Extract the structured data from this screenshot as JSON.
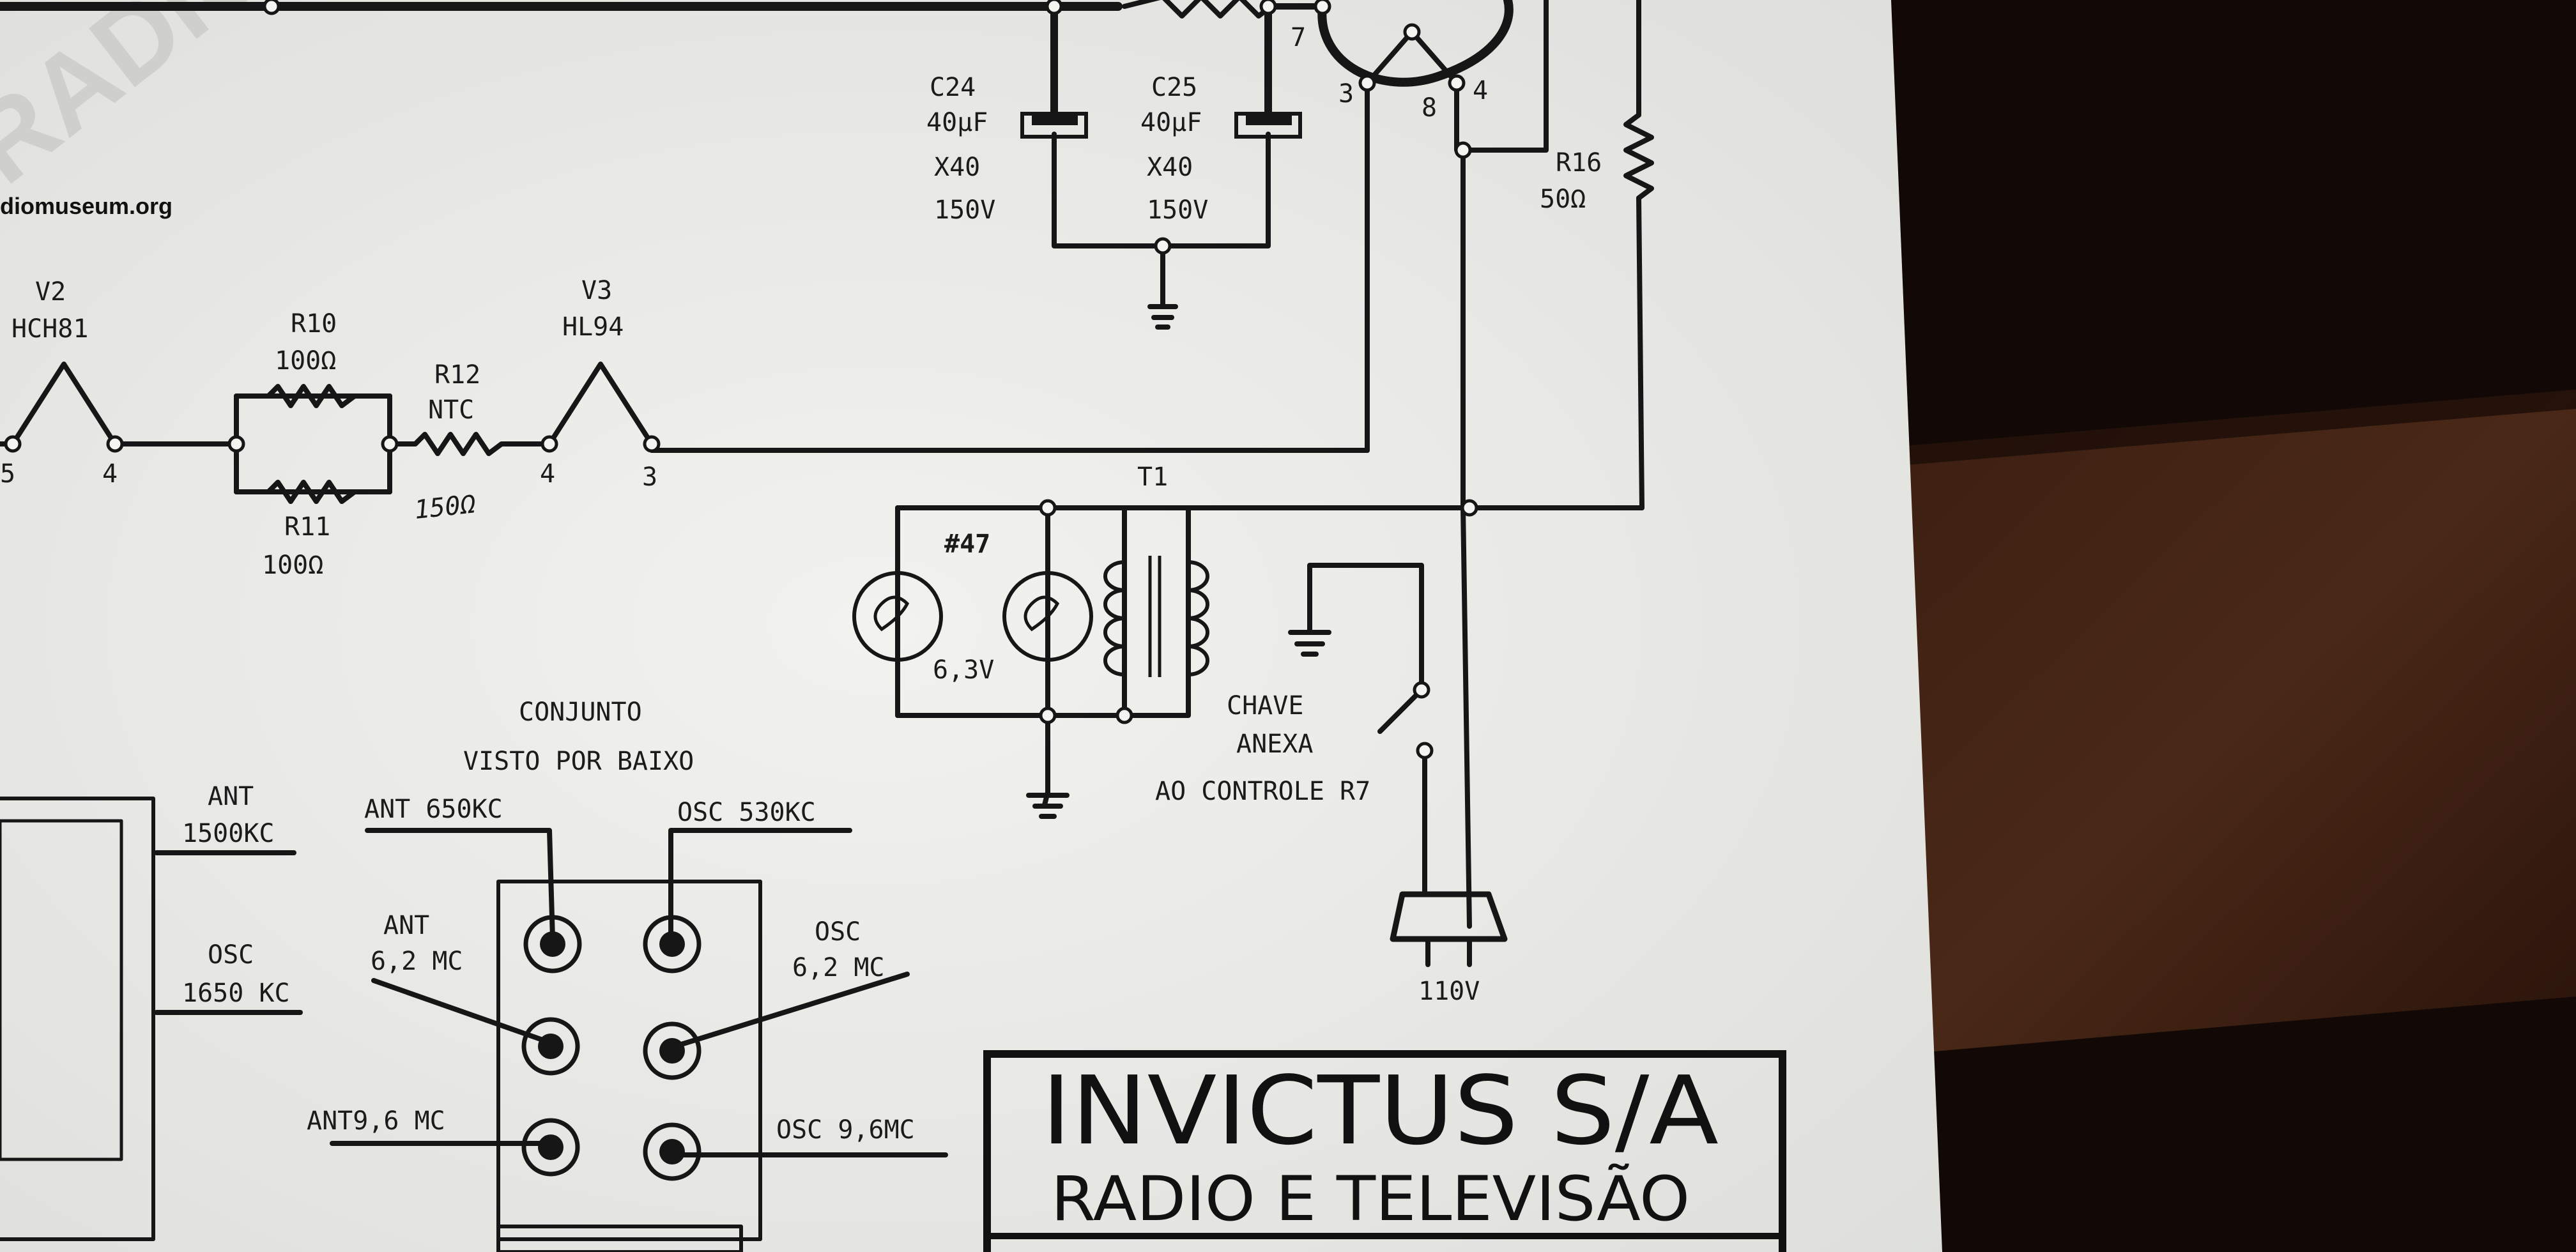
{
  "watermark": "RADIOMUSEUM",
  "website": "diomuseum.org",
  "labels": {
    "c24_name": "C24",
    "c24_val": "40μF",
    "c24_x": "X40",
    "c24_v": "150V",
    "c25_name": "C25",
    "c25_val": "40μF",
    "c25_x": "X40",
    "c25_v": "150V",
    "pin7": "7",
    "pin3_top": "3",
    "pin8": "8",
    "pin4_top": "4",
    "r16_name": "R16",
    "r16_val": "50Ω",
    "v2_name": "V2",
    "v2_type": "HCH81",
    "v2_pin5": "5",
    "v2_pin4": "4",
    "r10_name": "R10",
    "r10_val": "100Ω",
    "r12_name": "R12",
    "r12_type": "NTC",
    "r12_hand": "150Ω",
    "r11_name": "R11",
    "r11_val": "100Ω",
    "v3_name": "V3",
    "v3_type": "HL94",
    "v3_pin4": "4",
    "v3_pin3": "3",
    "t1_name": "T1",
    "lamp_name": "#47",
    "lamp_v": "6,3V",
    "chave1": "CHAVE",
    "chave2": "ANEXA",
    "chave3": "AO CONTROLE R7",
    "plug_v": "110V",
    "conj1": "CONJUNTO",
    "conj2": "VISTO POR BAIXO",
    "ant650": "ANT 650KC",
    "osc530": "OSC 530KC",
    "ant62a": "ANT",
    "ant62b": "6,2 MC",
    "osc62a": "OSC",
    "osc62b": "6,2 MC",
    "ant96": "ANT9,6 MC",
    "osc96": "OSC 9,6MC",
    "ant1500a": "ANT",
    "ant1500b": "1500KC",
    "osc1650a": "OSC",
    "osc1650b": "1650 KC"
  },
  "title_block": {
    "company": "INVICTUS S/A",
    "subtitle": "RADIO E TELEVISÃO"
  }
}
